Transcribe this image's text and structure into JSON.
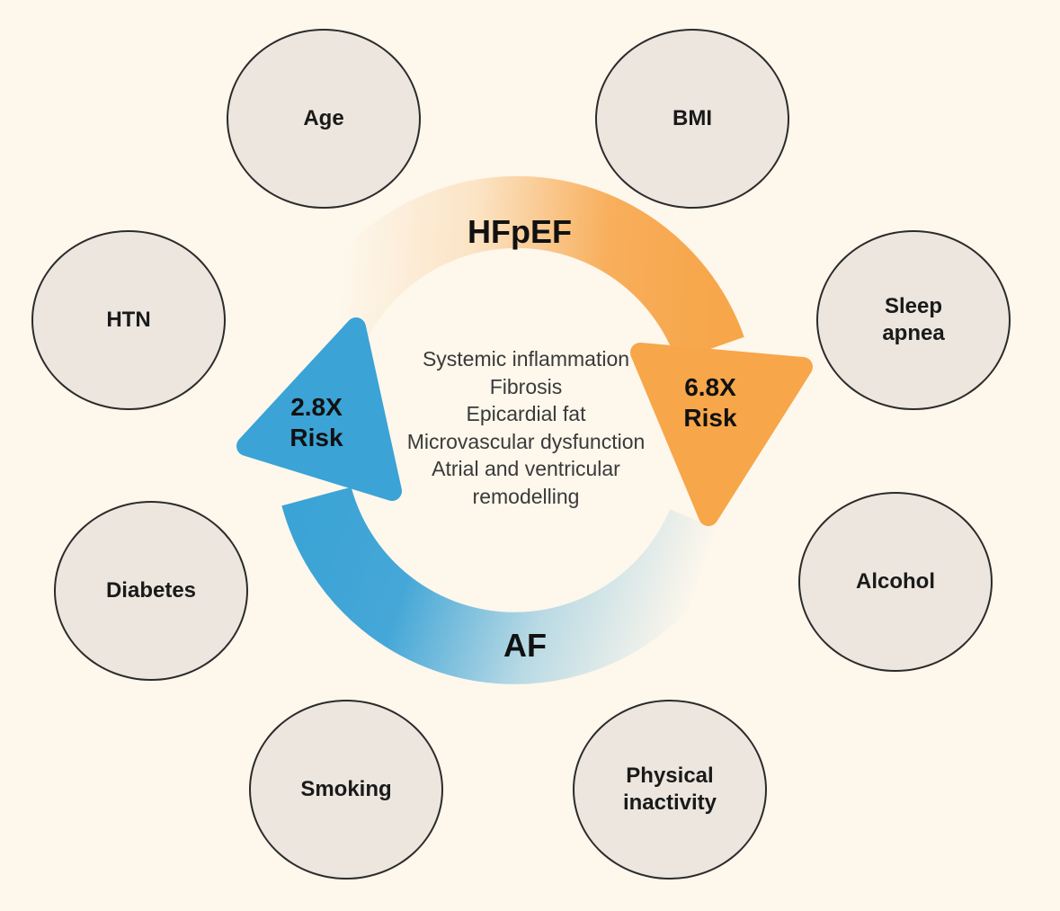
{
  "risk_factors": [
    {
      "label": "Age"
    },
    {
      "label": "BMI"
    },
    {
      "label": "HTN"
    },
    {
      "label": "Sleep\napnea"
    },
    {
      "label": "Diabetes"
    },
    {
      "label": "Alcohol"
    },
    {
      "label": "Smoking"
    },
    {
      "label": "Physical\ninactivity"
    }
  ],
  "cycle": {
    "top_label": "HFpEF",
    "bottom_label": "AF",
    "left_arrow_risk": "2.8X\nRisk",
    "right_arrow_risk": "6.8X\nRisk",
    "colors": {
      "hfpef_arrow": "#f7a64a",
      "af_arrow": "#3ba3d6",
      "background": "#fdf7ec",
      "circle_fill": "#ece6de"
    }
  },
  "mechanisms": [
    "Systemic inflammation",
    "Fibrosis",
    "Epicardial fat",
    "Microvascular dysfunction",
    "Atrial and ventricular",
    "remodelling"
  ]
}
